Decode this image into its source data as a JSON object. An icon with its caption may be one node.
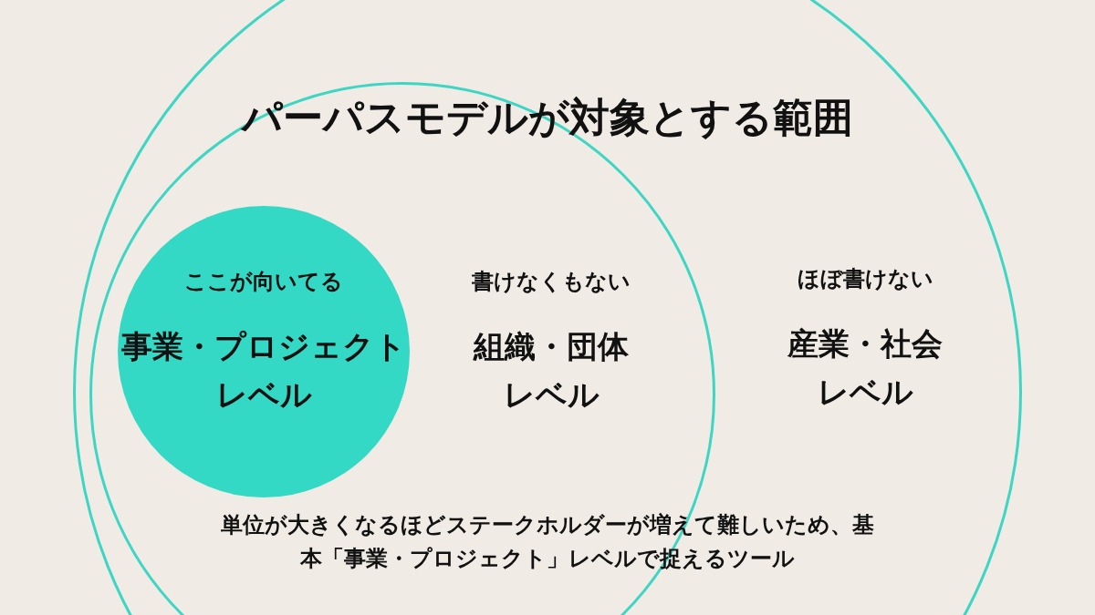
{
  "diagram": {
    "title": "パーパスモデルが対象とする範囲",
    "caption": "単位が大きくなるほどステークホルダーが増えて難しいため、基本「事業・プロジェクト」レベルで捉えるツール",
    "nodes": [
      {
        "text": [
          "ほぼ書けない",
          "産業・社会レベル"
        ]
      },
      {
        "text": [
          "書けなくもない",
          "組織・団体レベル"
        ],
        "in": 0
      },
      {
        "text": [
          "ここが向いてる",
          "事業・プロジェクトレベル"
        ],
        "in": 1
      }
    ],
    "edges": []
  }
}
